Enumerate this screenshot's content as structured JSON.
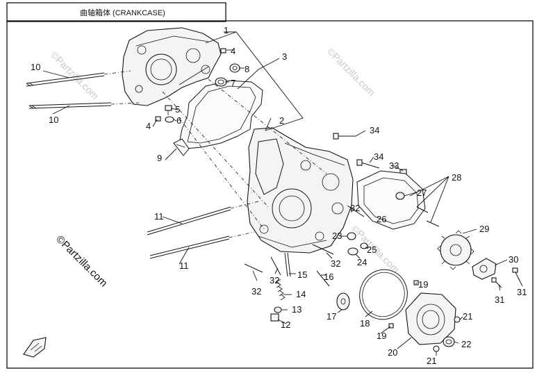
{
  "title": "曲轴箱体 (CRANKCASE)",
  "watermark": "©Partzilla.com",
  "callouts": [
    {
      "id": "c1",
      "label": "1"
    },
    {
      "id": "c2",
      "label": "2"
    },
    {
      "id": "c3",
      "label": "3"
    },
    {
      "id": "c4a",
      "label": "4"
    },
    {
      "id": "c4b",
      "label": "4"
    },
    {
      "id": "c5",
      "label": "5"
    },
    {
      "id": "c6",
      "label": "6"
    },
    {
      "id": "c7",
      "label": "7"
    },
    {
      "id": "c8",
      "label": "8"
    },
    {
      "id": "c9",
      "label": "9"
    },
    {
      "id": "c10a",
      "label": "10"
    },
    {
      "id": "c10b",
      "label": "10"
    },
    {
      "id": "c11a",
      "label": "11"
    },
    {
      "id": "c11b",
      "label": "11"
    },
    {
      "id": "c12",
      "label": "12"
    },
    {
      "id": "c13",
      "label": "13"
    },
    {
      "id": "c14",
      "label": "14"
    },
    {
      "id": "c15",
      "label": "15"
    },
    {
      "id": "c16",
      "label": "16"
    },
    {
      "id": "c17",
      "label": "17"
    },
    {
      "id": "c18",
      "label": "18"
    },
    {
      "id": "c19a",
      "label": "19"
    },
    {
      "id": "c19b",
      "label": "19"
    },
    {
      "id": "c20",
      "label": "20"
    },
    {
      "id": "c21a",
      "label": "21"
    },
    {
      "id": "c21b",
      "label": "21"
    },
    {
      "id": "c22",
      "label": "22"
    },
    {
      "id": "c23",
      "label": "23"
    },
    {
      "id": "c24",
      "label": "24"
    },
    {
      "id": "c25",
      "label": "25"
    },
    {
      "id": "c26",
      "label": "26"
    },
    {
      "id": "c27",
      "label": "27"
    },
    {
      "id": "c28",
      "label": "28"
    },
    {
      "id": "c29",
      "label": "29"
    },
    {
      "id": "c30",
      "label": "30"
    },
    {
      "id": "c31a",
      "label": "31"
    },
    {
      "id": "c31b",
      "label": "31"
    },
    {
      "id": "c32a",
      "label": "32"
    },
    {
      "id": "c32b",
      "label": "32"
    },
    {
      "id": "c32c",
      "label": "32"
    },
    {
      "id": "c32d",
      "label": "32"
    },
    {
      "id": "c33",
      "label": "33"
    },
    {
      "id": "c34a",
      "label": "34"
    },
    {
      "id": "c34b",
      "label": "34"
    }
  ]
}
